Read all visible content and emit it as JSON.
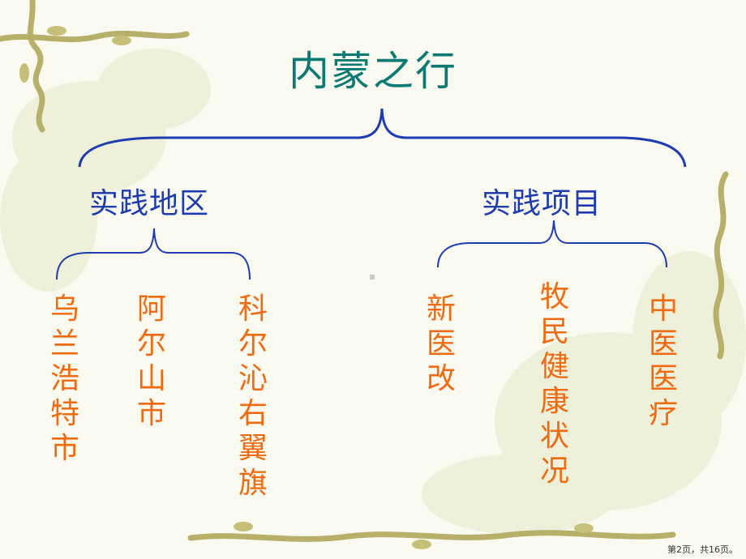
{
  "title": "内蒙之行",
  "categories": [
    {
      "label": "实践地区",
      "items": [
        "乌\n兰\n浩\n特\n市",
        "阿\n尔\n山\n市",
        "科\n尔\n沁\n右\n翼\n旗"
      ]
    },
    {
      "label": "实践项目",
      "items": [
        "新\n医\n改",
        "牧\n民\n健\n康\n状\n况",
        "中\n医\n医\n疗"
      ]
    }
  ],
  "footer": "第2页，共16页。",
  "colors": {
    "title": "#0a7a73",
    "bracket": "#1c3cb0",
    "category": "#1c3cb0",
    "item": "#f26a0f",
    "background": "#fbfaf0"
  }
}
